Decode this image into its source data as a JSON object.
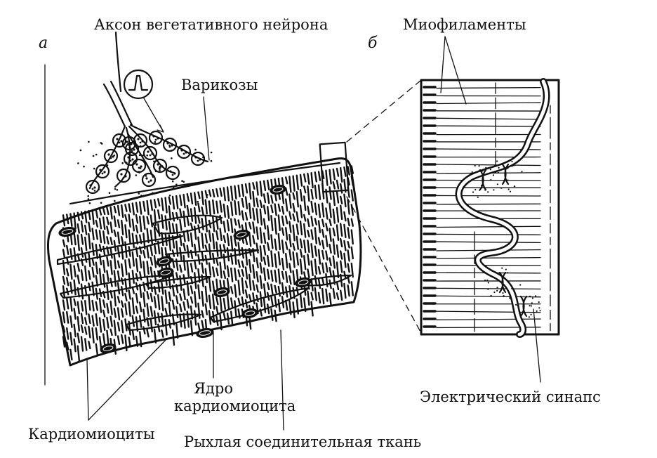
{
  "labels": {
    "panel_a": "а",
    "panel_b": "б",
    "axon": "Аксон вегетативного нейрона",
    "varicosities": "Варикозы",
    "myofilaments": "Миофиламенты",
    "electrical_synapse": "Электрический синапс",
    "nucleus_line1": "Ядро",
    "nucleus_line2": "кардиомиоцита",
    "cardiomyocytes": "Кардиомиоциты",
    "connective_tissue": "Рыхлая соединительная ткань"
  }
}
